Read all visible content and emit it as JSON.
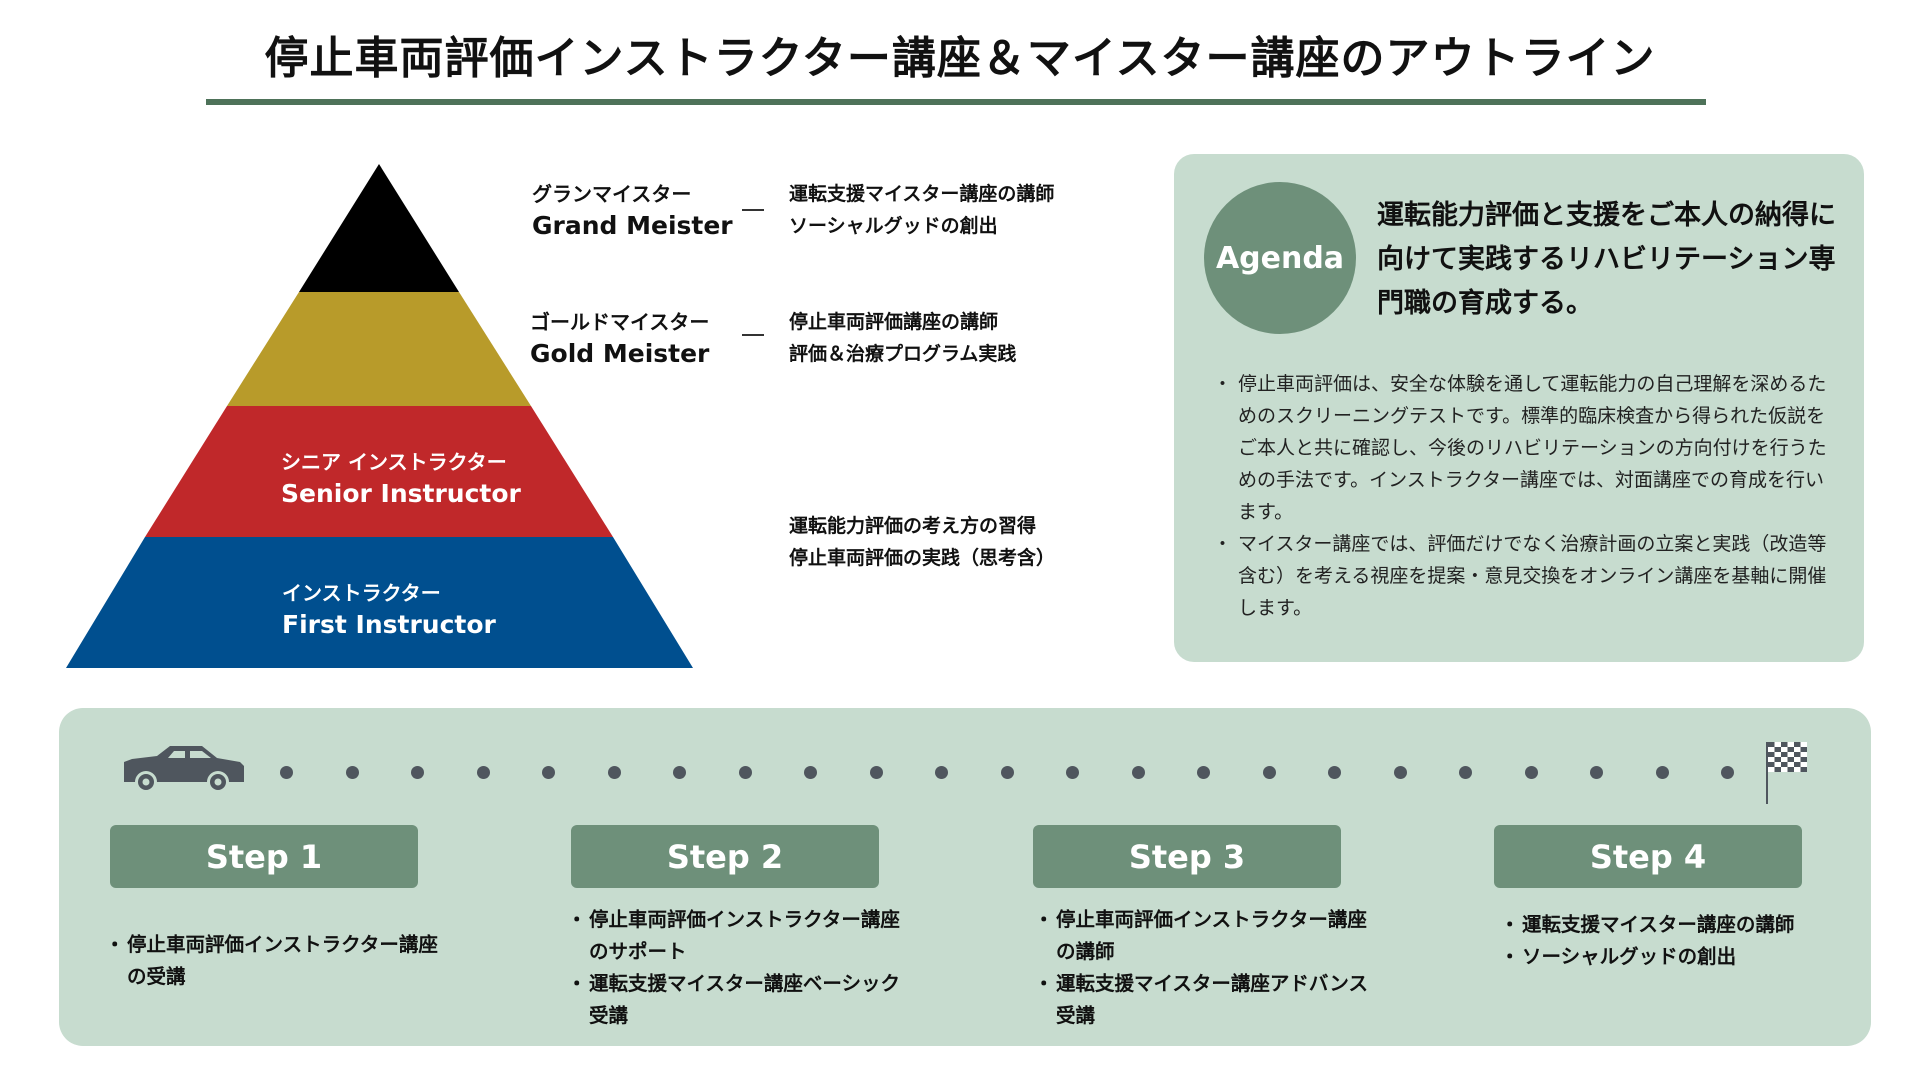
{
  "title": "停止車両評価インストラクター講座＆マイスター講座のアウトライン",
  "pyramid": {
    "colors": {
      "grand": "#000000",
      "gold": "#b89b2a",
      "senior": "#c0282a",
      "first": "#004f8f"
    },
    "grand": {
      "jp": "グランマイスター",
      "en": "Grand Meister",
      "desc": [
        "運転支援マイスター講座の講師",
        "ソーシャルグッドの創出"
      ]
    },
    "gold": {
      "jp": "ゴールドマイスター",
      "en": "Gold Meister",
      "desc": [
        "停止車両評価講座の講師",
        "評価＆治療プログラム実践"
      ]
    },
    "senior": {
      "jp": "シニア インストラクター",
      "en": "Senior Instructor"
    },
    "first": {
      "jp": "インストラクター",
      "en": "First Instructor"
    },
    "instructor_desc": [
      "運転能力評価の考え方の習得",
      "停止車両評価の実践（思考含）"
    ]
  },
  "agenda": {
    "badge": "Agenda",
    "heading": "運転能力評価と支援をご本人の納得に向けて実践するリハビリテーション専門職の育成する。",
    "bullets": [
      "停止車両評価は、安全な体験を通して運転能力の自己理解を深めるためのスクリーニングテストです。標準的臨床検査から得られた仮説をご本人と共に確認し、今後のリハビリテーションの方向付けを行うための手法です。インストラクター講座では、対面講座での育成を行います。",
      "マイスター講座では、評価だけでなく治療計画の立案と実践（改造等含む）を考える視座を提案・意見交換をオンライン講座を基軸に開催します。"
    ]
  },
  "roadmap": {
    "start_icon": "car-icon",
    "end_icon": "checkered-flag-icon",
    "dots": 23
  },
  "steps": [
    {
      "label": "Step 1",
      "items": [
        "停止車両評価インストラクター講座の受講"
      ]
    },
    {
      "label": "Step 2",
      "items": [
        "停止車両評価インストラクター講座のサポート",
        "運転支援マイスター講座ベーシック受講"
      ]
    },
    {
      "label": "Step 3",
      "items": [
        "停止車両評価インストラクター講座の講師",
        "運転支援マイスター講座アドバンス受講"
      ]
    },
    {
      "label": "Step 4",
      "items": [
        "運転支援マイスター講座の講師",
        "ソーシャルグッドの創出"
      ]
    }
  ]
}
